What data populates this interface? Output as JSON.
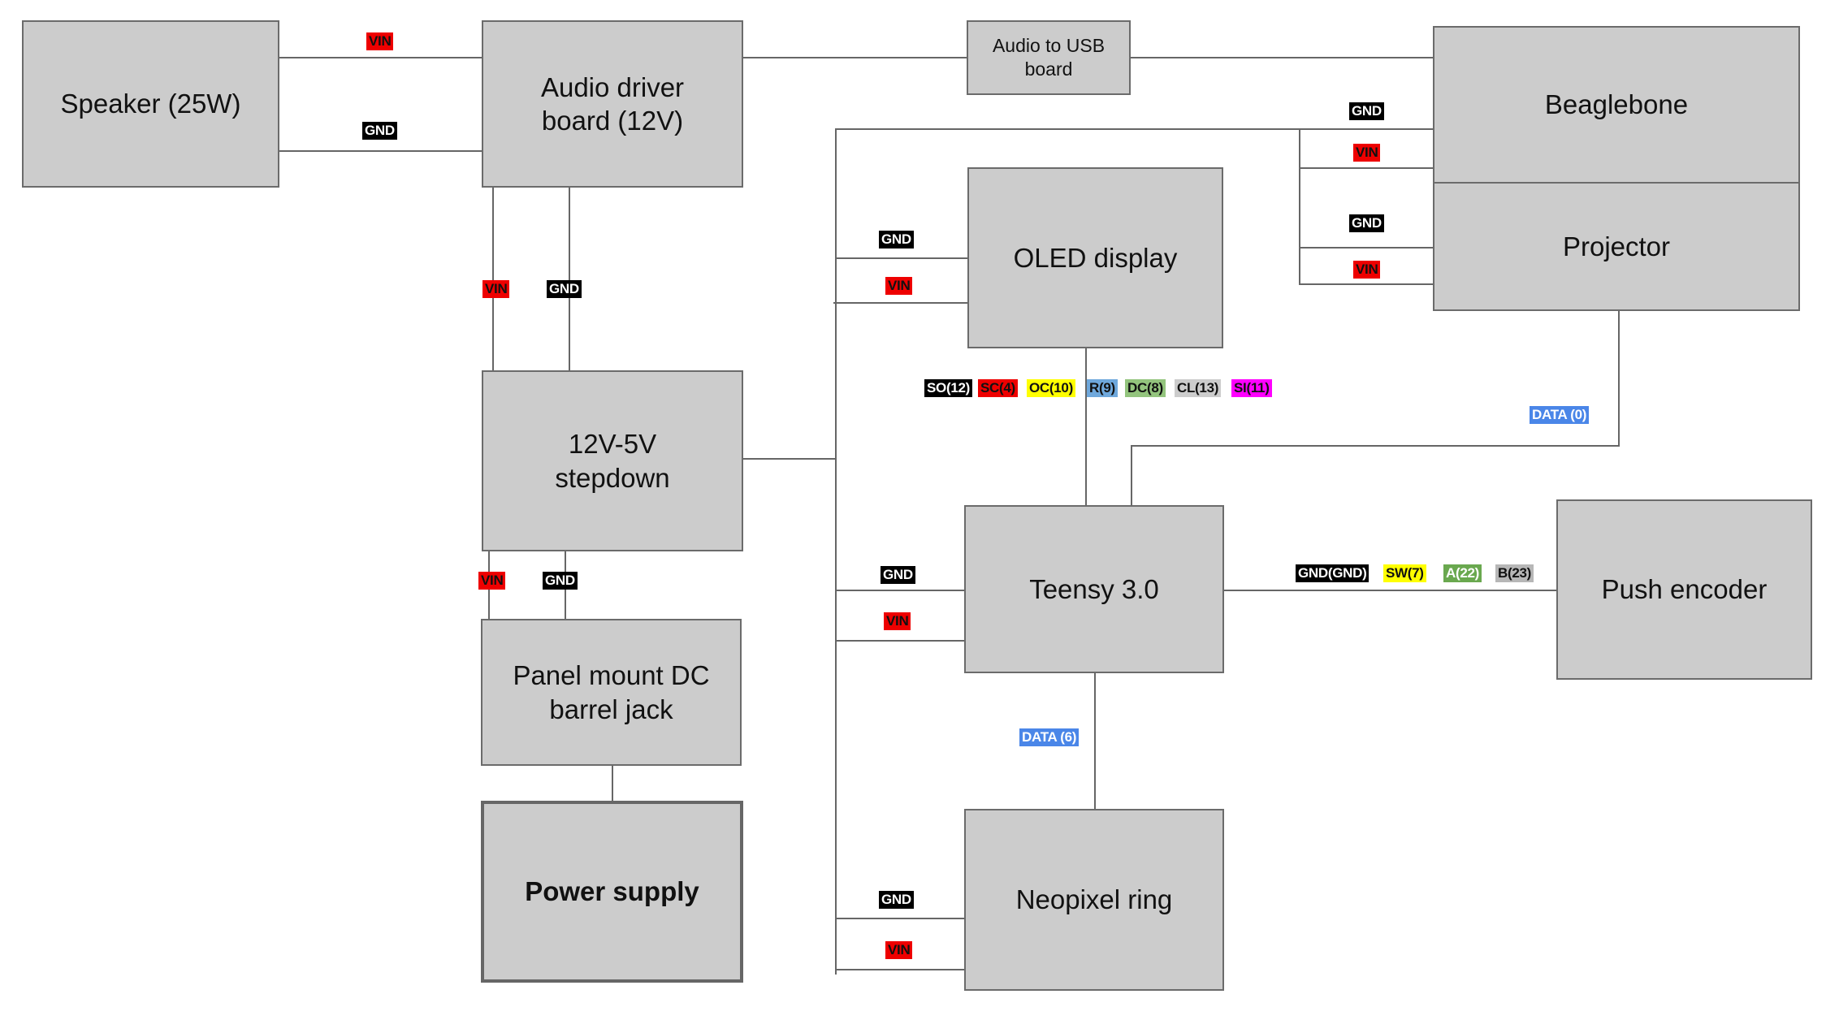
{
  "blocks": {
    "speaker": "Speaker (25W)",
    "audio_driver": "Audio driver\nboard (12V)",
    "audio_usb": "Audio to USB\nboard",
    "beaglebone": "Beaglebone",
    "projector": "Projector",
    "oled": "OLED display",
    "stepdown": "12V-5V\nstepdown",
    "teensy": "Teensy 3.0",
    "push_encoder": "Push encoder",
    "barrel_jack": "Panel mount DC\nbarrel jack",
    "power_supply": "Power supply",
    "neopixel": "Neopixel ring"
  },
  "labels": {
    "vin": "VIN",
    "gnd": "GND",
    "oled_pins": [
      "SO(12)",
      "SC(4)",
      "OC(10)",
      "R(9)",
      "DC(8)",
      "CL(13)",
      "SI(11)"
    ],
    "encoder_pins": [
      "GND(GND)",
      "SW(7)",
      "A(22)",
      "B(23)"
    ],
    "projector_data": "DATA (0)",
    "neopixel_data": "DATA (6)"
  },
  "colors": {
    "vin": "#ee0000",
    "gnd": "#000000",
    "data": "#4a86e8",
    "block_fill": "#cccccc"
  }
}
